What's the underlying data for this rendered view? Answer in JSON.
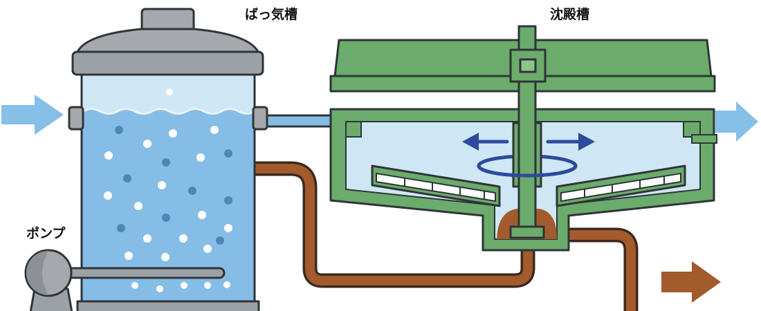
{
  "labels": {
    "aeration_tank": "ばっ気槽",
    "clarifier": "沈殿槽",
    "pump": "ポンプ"
  },
  "colors": {
    "water": "#86bde6",
    "air_space": "#cfe7f4",
    "flow_arrow": "#86bfe8",
    "tank_green": "#6bab6b",
    "steel_gray": "#a5a9ae",
    "steel_dark": "#9ca1a6",
    "sludge_brown": "#a35a2c",
    "rotation_blue": "#2d4a9b"
  }
}
